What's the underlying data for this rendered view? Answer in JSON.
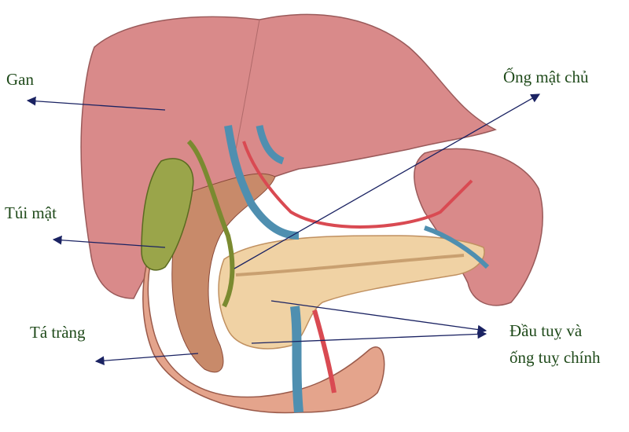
{
  "labels": {
    "liver": "Gan",
    "common_bile_duct": "Ống mật chủ",
    "gallbladder": "Túi mật",
    "duodenum": "Tá tràng",
    "pancreas_line1": "Đầu tuỵ và",
    "pancreas_line2": "ống tuỵ chính"
  },
  "colors": {
    "label_text": "#1f4a1a",
    "arrow": "#1a2262",
    "liver": "#d98a8a",
    "gallbladder": "#9aa54a",
    "pancreas": "#f0d2a4",
    "duodenum": "#e4a48c",
    "vein": "#4f8fb0",
    "artery": "#d94a52"
  }
}
